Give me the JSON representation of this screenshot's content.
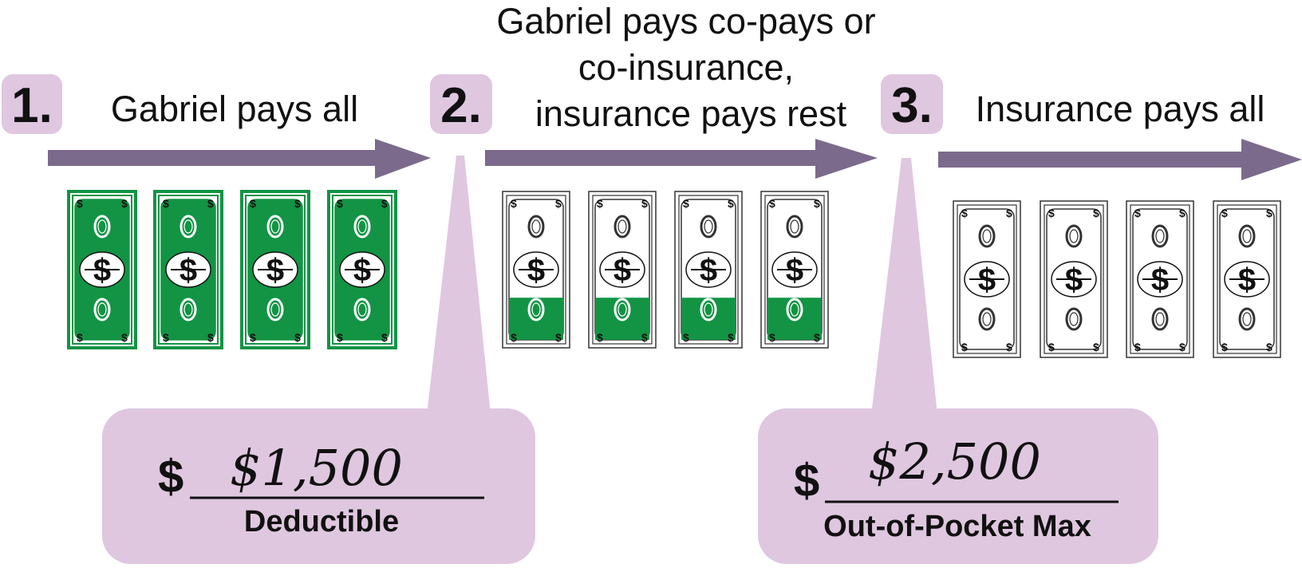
{
  "colors": {
    "accent": "#7b6a8c",
    "callout": "#dfc7e0",
    "money_green": "#129444",
    "outline": "#333333"
  },
  "steps": [
    {
      "number": "1.",
      "caption": [
        "Gabriel pays all"
      ],
      "bill_fill": 1.0
    },
    {
      "number": "2.",
      "caption": [
        "Gabriel pays co-pays or",
        "co-insurance,",
        "insurance pays rest"
      ],
      "bill_fill": 0.3
    },
    {
      "number": "3.",
      "caption": [
        "Insurance pays all"
      ],
      "bill_fill": 0.0
    }
  ],
  "bill_icon": "dollar-bill-icon",
  "bill_symbol": "$",
  "callouts": [
    {
      "currency": "$",
      "amount": "$1,500",
      "label": "Deductible"
    },
    {
      "currency": "$",
      "amount": "$2,500",
      "label": "Out-of-Pocket Max"
    }
  ]
}
